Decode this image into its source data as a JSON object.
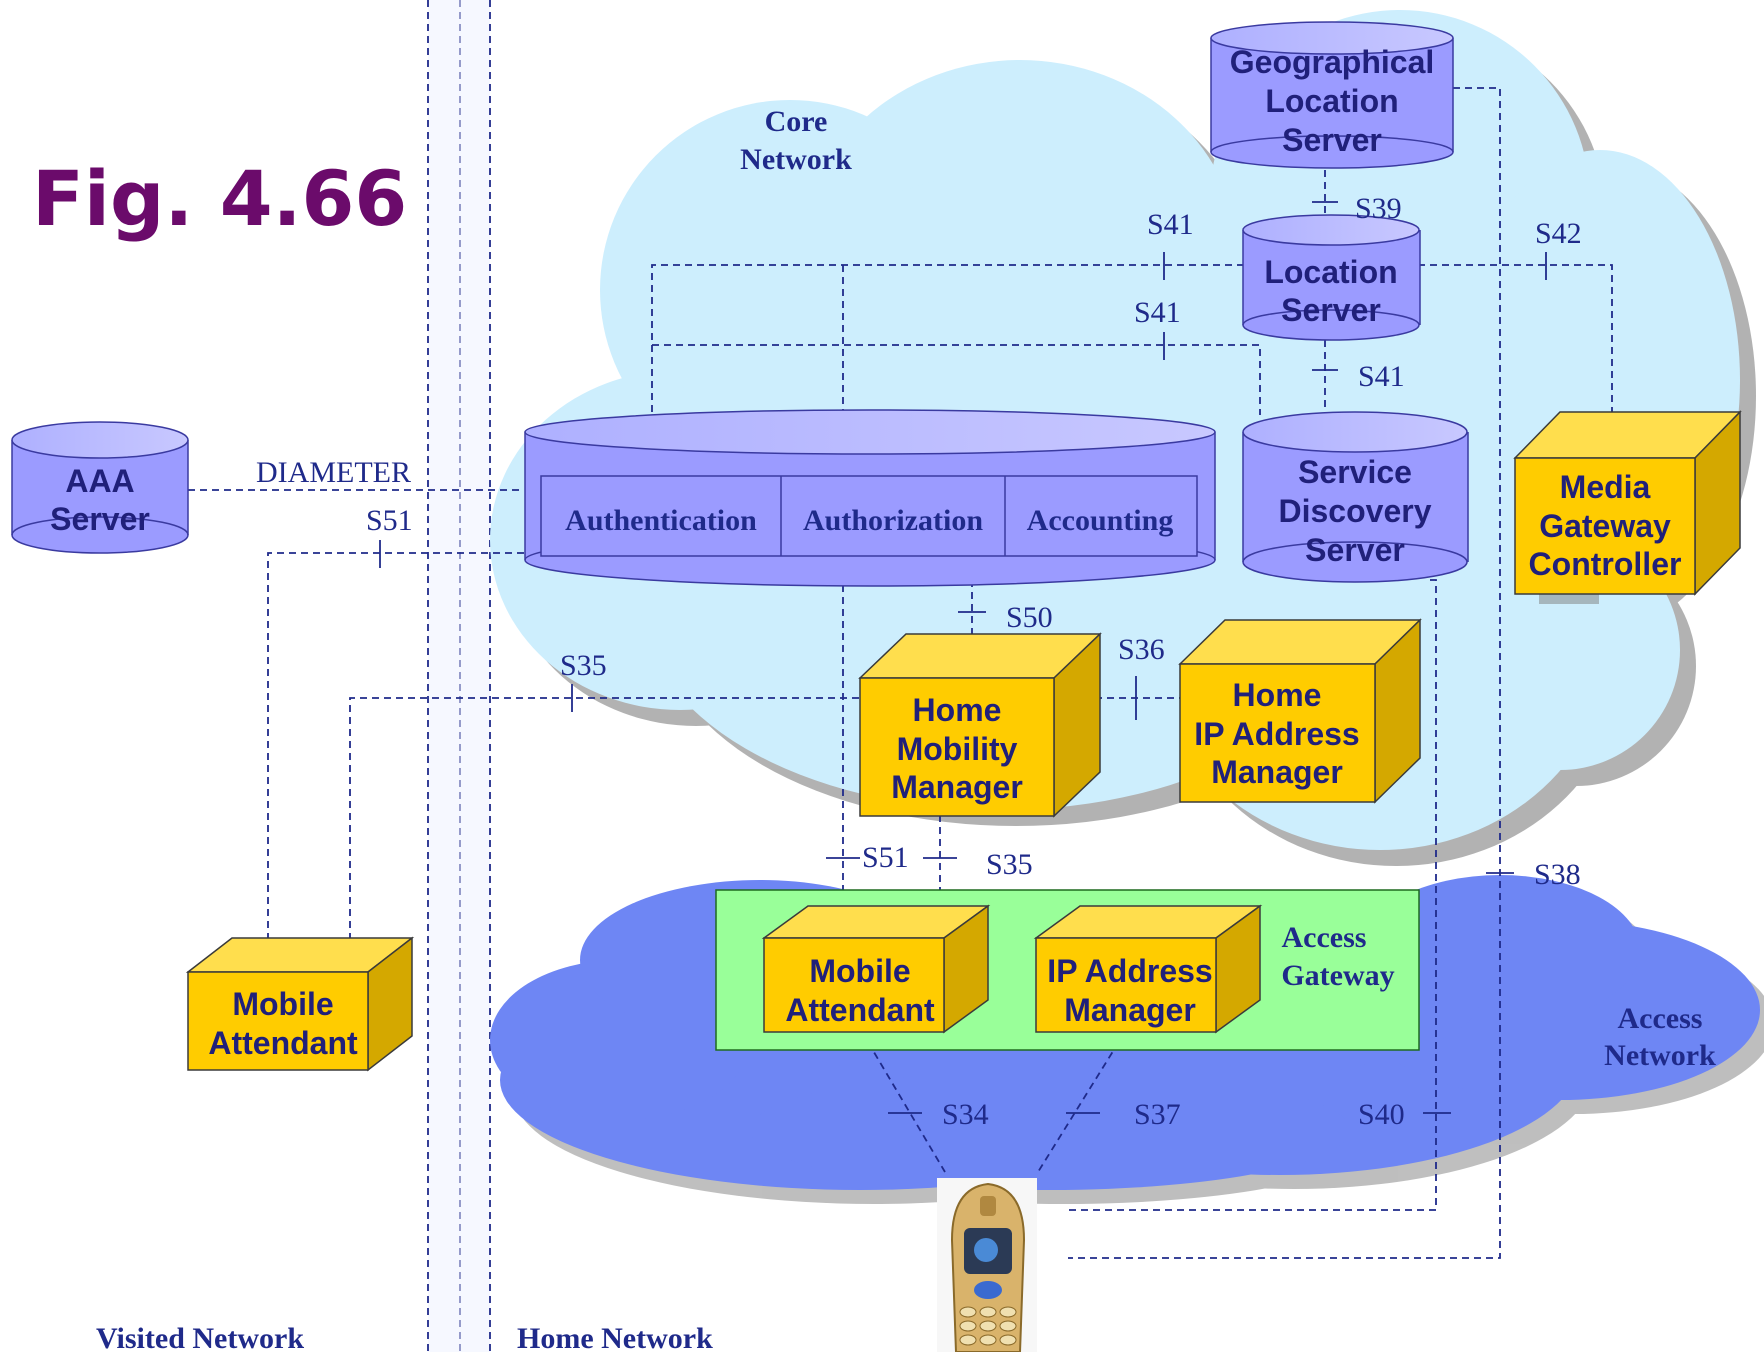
{
  "figure": {
    "title": "Fig. 4.66"
  },
  "regions": {
    "core_network": [
      "Core",
      "Network"
    ],
    "access_network": [
      "Access",
      "Network"
    ],
    "visited_network": "Visited Network",
    "home_network": "Home Network"
  },
  "nodes": {
    "aaa_server": [
      "AAA",
      "Server"
    ],
    "aaa_functions": [
      "Authentication",
      "Authorization",
      "Accounting"
    ],
    "geo_location_server": [
      "Geographical",
      "Location",
      "Server"
    ],
    "location_server": [
      "Location",
      "Server"
    ],
    "service_discovery_server": [
      "Service",
      "Discovery",
      "Server"
    ],
    "media_gateway_controller": [
      "Media",
      "Gateway",
      "Controller"
    ],
    "home_mobility_manager": [
      "Home",
      "Mobility",
      "Manager"
    ],
    "home_ip_address_manager": [
      "Home",
      "IP Address",
      "Manager"
    ],
    "access_gateway": [
      "Access",
      "Gateway"
    ],
    "mobile_attendant_access": [
      "Mobile",
      "Attendant"
    ],
    "ip_address_manager": [
      "IP Address",
      "Manager"
    ],
    "mobile_attendant_visited": [
      "Mobile",
      "Attendant"
    ]
  },
  "interfaces": {
    "diameter": "DIAMETER",
    "s51_visited": "S51",
    "s35_visited": "S35",
    "s39": "S39",
    "s41_a": "S41",
    "s41_b": "S41",
    "s41_c": "S41",
    "s42": "S42",
    "s50": "S50",
    "s36": "S36",
    "s51_access": "S51",
    "s35_access": "S35",
    "s38": "S38",
    "s34": "S34",
    "s37": "S37",
    "s40": "S40"
  },
  "colors": {
    "title": "#6b0b6b",
    "core_cloud": "#cdeefd",
    "access_cloud": "#6e86f4",
    "server_fill": "#9b9bff",
    "box_front": "#ffcc00",
    "box_side": "#d4a800",
    "access_gateway": "#99ff99",
    "line": "#1f2a8a"
  }
}
